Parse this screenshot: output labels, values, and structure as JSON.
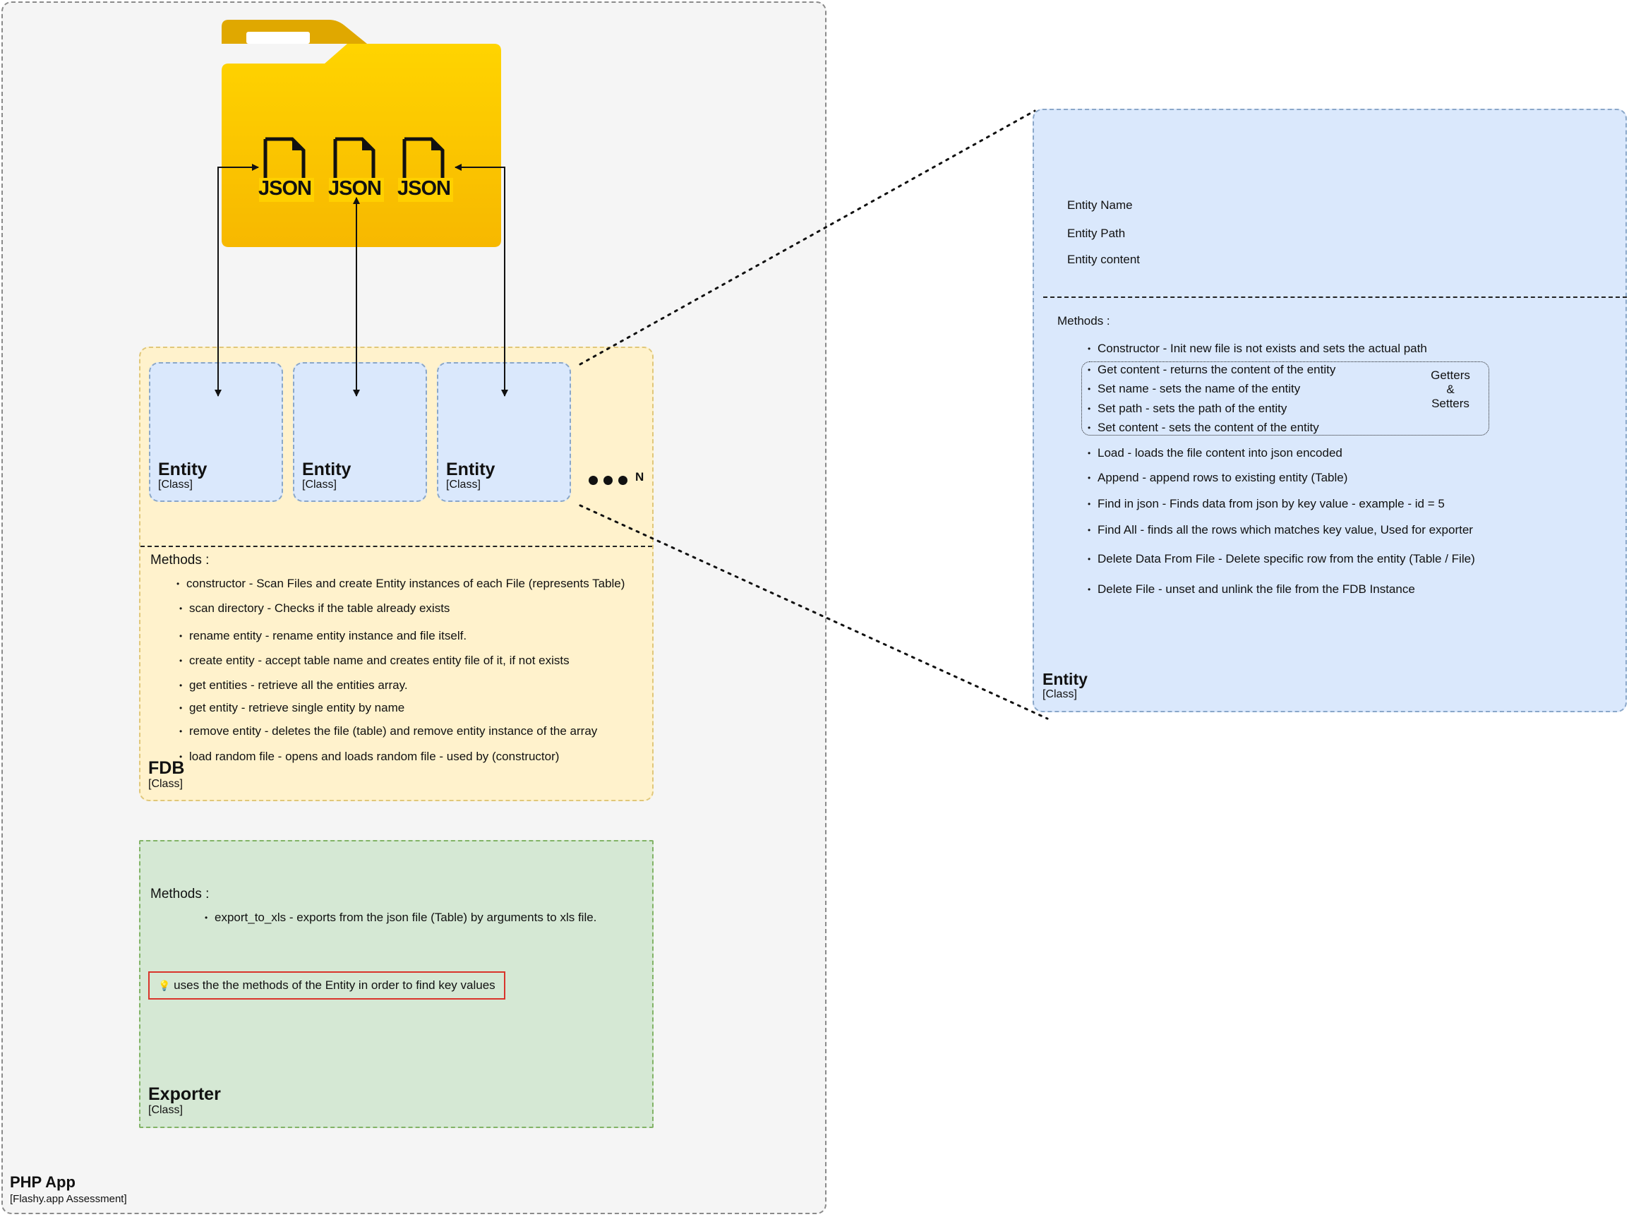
{
  "php_app": {
    "title": "PHP App",
    "subtitle": "[Flashy.app Assessment]"
  },
  "folder": {
    "files": [
      "JSON",
      "JSON",
      "JSON"
    ]
  },
  "entities_row": {
    "items": [
      {
        "title": "Entity",
        "subtitle": "[Class]"
      },
      {
        "title": "Entity",
        "subtitle": "[Class]"
      },
      {
        "title": "Entity",
        "subtitle": "[Class]"
      }
    ],
    "more_label": "N"
  },
  "fdb": {
    "title": "FDB",
    "subtitle": "[Class]",
    "methods_label": "Methods :",
    "methods": [
      "constructor - Scan Files and create Entity instances of each File (represents Table)",
      "scan directory - Checks if the table already exists",
      "rename entity - rename entity instance and file itself.",
      "create entity - accept table name and creates entity file of it, if not exists",
      "get entities - retrieve all the entities array.",
      "get entity - retrieve single entity by name",
      "remove entity - deletes the file (table) and remove entity instance of the array",
      "load random file - opens and loads random file - used by (constructor)"
    ]
  },
  "exporter": {
    "title": "Exporter",
    "subtitle": "[Class]",
    "methods_label": "Methods :",
    "methods": [
      "export_to_xls - exports from the json file (Table) by arguments to xls file."
    ],
    "note_icon": "💡",
    "note": "uses the the methods of the Entity in order to find key values"
  },
  "entity_detail": {
    "title": "Entity",
    "subtitle": "[Class]",
    "properties": [
      "Entity Name",
      "Entity Path",
      "Entity content"
    ],
    "methods_label": "Methods :",
    "methods": [
      "Constructor - Init new file is not exists and sets the actual path",
      "Get content - returns the content of the entity",
      "Set name - sets the name of the entity",
      "Set path - sets the path of the entity",
      "Set content - sets the content of the entity",
      "Load - loads the file content into json encoded",
      "Append - append rows to existing entity (Table)",
      "Find in json - Finds data from json by key value - example - id = 5",
      "Find All - finds all the rows which matches key value, Used for exporter",
      "Delete Data From File - Delete specific row from the entity (Table / File)",
      "Delete File - unset and unlink the file from the FDB Instance"
    ],
    "getters_setters_label": "Getters\n&\nSetters"
  },
  "colors": {
    "php_app_bg": "#f5f5f5",
    "fdb_bg": "#fff2cc",
    "entity_bg": "#dae8fc",
    "exporter_bg": "#d5e8d4",
    "folder_yellow": "#ffd000",
    "folder_tab": "#e0a800",
    "note_border": "#d9342b"
  }
}
